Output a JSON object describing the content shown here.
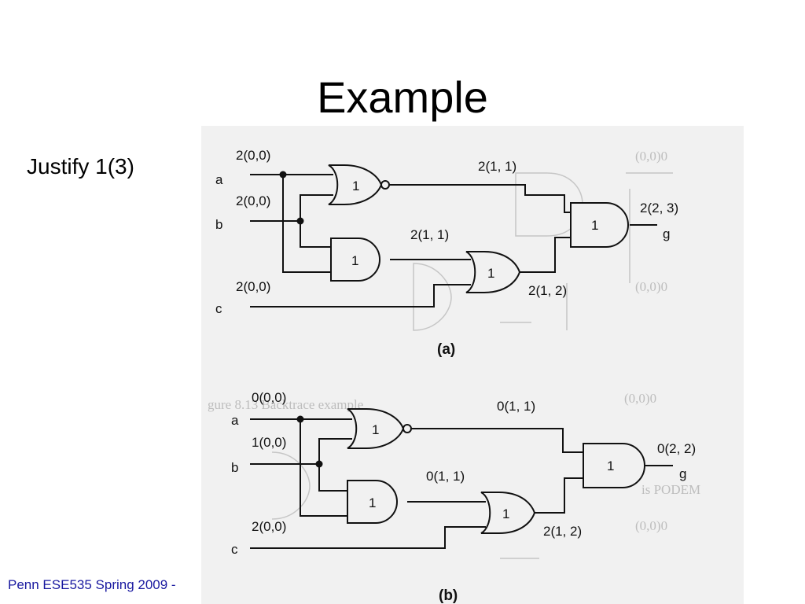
{
  "slide": {
    "title": "Example",
    "bullet": "Justify 1(3)",
    "footer": "Penn ESE535 Spring 2009 -"
  },
  "circuit_a": {
    "caption": "(a)",
    "inputs": {
      "a": "a",
      "b": "b",
      "c": "c"
    },
    "output": "g",
    "labels": {
      "a_val": "2(0,0)",
      "b_val": "2(0,0)",
      "c_val": "2(0,0)",
      "nor_out": "2(1, 1)",
      "and1_out": "2(1, 1)",
      "or_out": "2(1, 2)",
      "g_val": "2(2, 3)"
    },
    "gate_labels": {
      "nor": "1",
      "and1": "1",
      "or": "1",
      "and2": "1"
    }
  },
  "circuit_b": {
    "caption": "(b)",
    "inputs": {
      "a": "a",
      "b": "b",
      "c": "c"
    },
    "output": "g",
    "labels": {
      "a_val": "0(0,0)",
      "b_val": "1(0,0)",
      "c_val": "2(0,0)",
      "nor_out": "0(1, 1)",
      "and1_out": "0(1, 1)",
      "or_out": "2(1, 2)",
      "g_val": "0(2, 2)"
    },
    "gate_labels": {
      "nor": "1",
      "and1": "1",
      "or": "1",
      "and2": "1"
    }
  },
  "bleed_through": {
    "text_1": "(0,0)0",
    "text_2": "(0,0)0",
    "text_3": "(0,0)0",
    "text_4": "(0,0)0",
    "text_5": "gure 8.13  Backtrace example",
    "text_6": "is PODEM"
  }
}
